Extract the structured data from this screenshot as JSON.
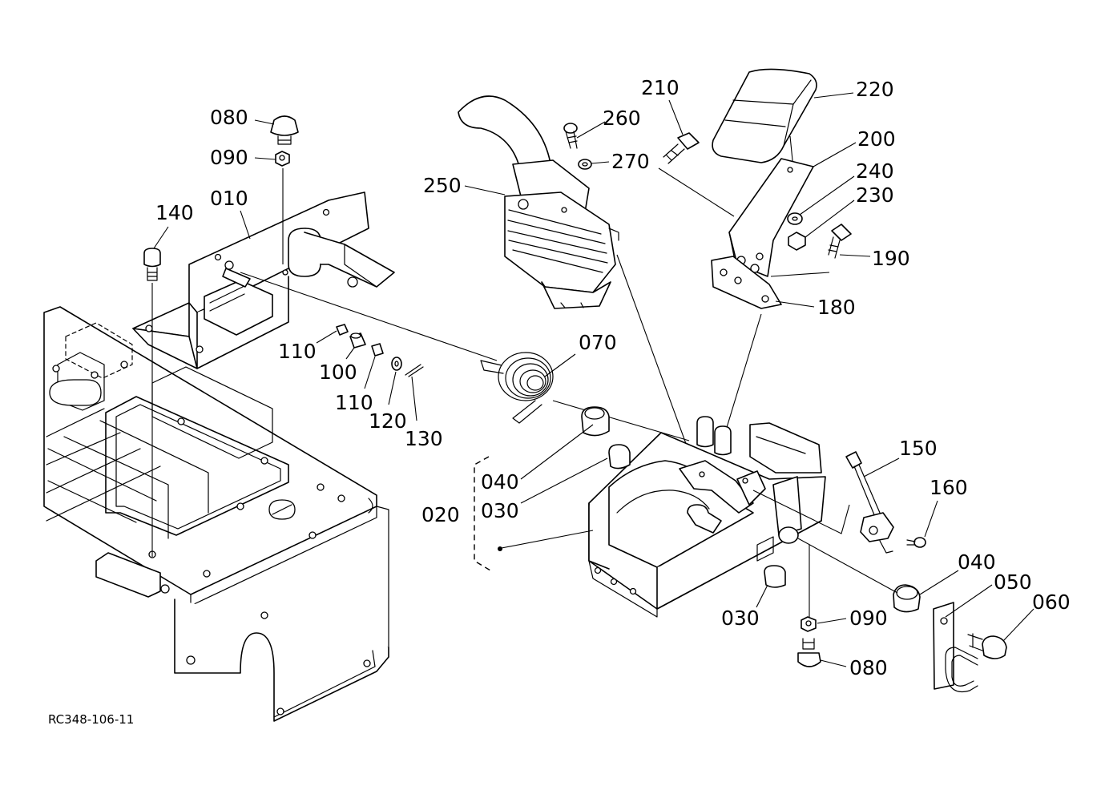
{
  "diagram": {
    "reference_code": "RC348-106-11",
    "callouts": {
      "p010": "010",
      "p020": "020",
      "p030a": "030",
      "p030b": "030",
      "p040a": "040",
      "p040b": "040",
      "p050": "050",
      "p060": "060",
      "p070": "070",
      "p080a": "080",
      "p080b": "080",
      "p090a": "090",
      "p090b": "090",
      "p100": "100",
      "p110a": "110",
      "p110b": "110",
      "p120": "120",
      "p130": "130",
      "p140": "140",
      "p150": "150",
      "p160": "160",
      "p180": "180",
      "p190": "190",
      "p200": "200",
      "p210": "210",
      "p220": "220",
      "p230": "230",
      "p240": "240",
      "p250": "250",
      "p260": "260",
      "p270": "270"
    }
  }
}
